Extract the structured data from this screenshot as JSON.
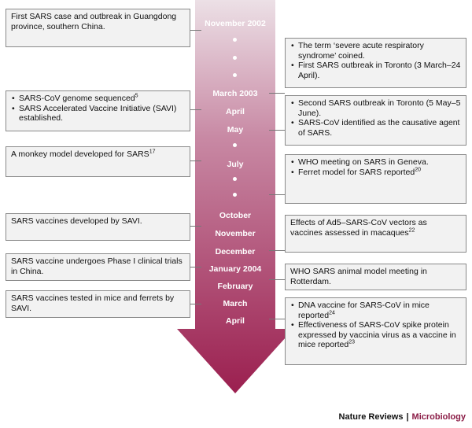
{
  "timeline": {
    "arrow_color_top": "#ece0e6",
    "arrow_color_bottom": "#9b1f4f",
    "dates": [
      "November 2002",
      "March 2003",
      "April",
      "May",
      "July",
      "October",
      "November",
      "December",
      "January 2004",
      "February",
      "March",
      "April"
    ]
  },
  "left_events": {
    "first_case": "First SARS case and outbreak in Guangdong province, southern China.",
    "genome": "SARS-CoV genome sequenced",
    "genome_ref": "5",
    "savi": "SARS Accelerated Vaccine Initiative (SAVI) established.",
    "monkey": "A monkey model developed for SARS",
    "monkey_ref": "17",
    "vaccines_developed": "SARS vaccines developed by SAVI.",
    "phase1": "SARS vaccine undergoes Phase I clinical trials in China.",
    "mice_ferrets": "SARS vaccines tested in mice and ferrets by SAVI."
  },
  "right_events": {
    "term_coined": "The term ‘severe acute respiratory syndrome’ coined.",
    "first_toronto": "First SARS outbreak in Toronto (3 March–24 April).",
    "second_toronto": "Second SARS outbreak in Toronto (5 May–5 June).",
    "causative": "SARS-CoV identified as the causative agent of SARS.",
    "who_geneva": "WHO meeting on SARS in Geneva.",
    "ferret": "Ferret model for SARS reported",
    "ferret_ref": "20",
    "ad5": "Effects of Ad5–SARS-CoV vectors as vaccines assessed in macaques",
    "ad5_ref": "22",
    "who_rotterdam": "WHO SARS animal model meeting in Rotterdam.",
    "dna_vaccine": "DNA vaccine for SARS-CoV in mice reported",
    "dna_ref": "24",
    "spike": "Effectiveness of SARS-CoV spike protein expressed by vaccinia virus as a vaccine in mice reported",
    "spike_ref": "23"
  },
  "credit": {
    "journal": "Nature Reviews",
    "separator": "|",
    "subject": "Microbiology"
  }
}
